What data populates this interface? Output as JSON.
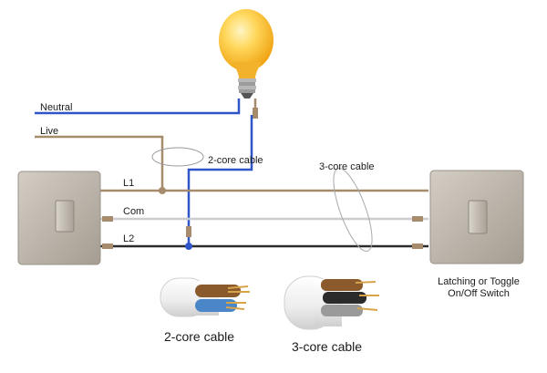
{
  "wires": {
    "neutral_label": "Neutral",
    "live_label": "Live",
    "l1_label": "L1",
    "com_label": "Com",
    "l2_label": "L2"
  },
  "cables": {
    "two_core_label": "2-core cable",
    "three_core_label": "3-core cable",
    "two_core_caption": "2-core cable",
    "three_core_caption": "3-core cable"
  },
  "switch": {
    "caption_line1": "Latching or Toggle",
    "caption_line2": "On/Off Switch"
  },
  "icons": {
    "bulb": "light-bulb-icon",
    "left_switch": "light-switch-icon",
    "right_switch": "light-switch-icon"
  },
  "colors": {
    "neutral": "#2f55c9",
    "live": "#a68b6c",
    "l1": "#a68b6c",
    "com": "#c8c8c8",
    "l2": "#2b2b2b",
    "switch_plate": "#b9b2a8"
  }
}
